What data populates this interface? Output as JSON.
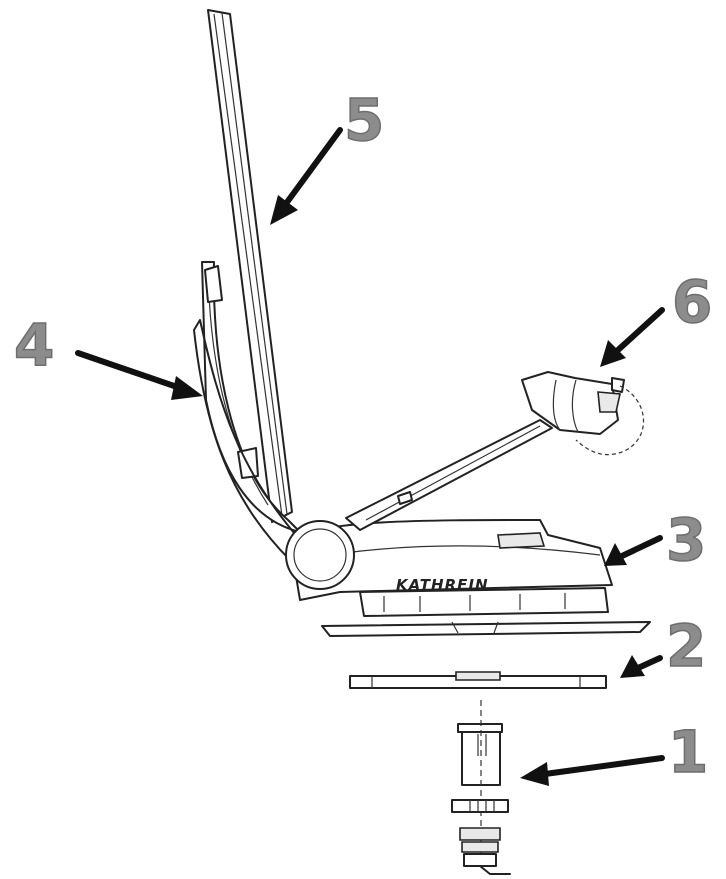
{
  "brand": "KATHREIN",
  "callouts": [
    "1",
    "2",
    "3",
    "4",
    "5",
    "6"
  ]
}
